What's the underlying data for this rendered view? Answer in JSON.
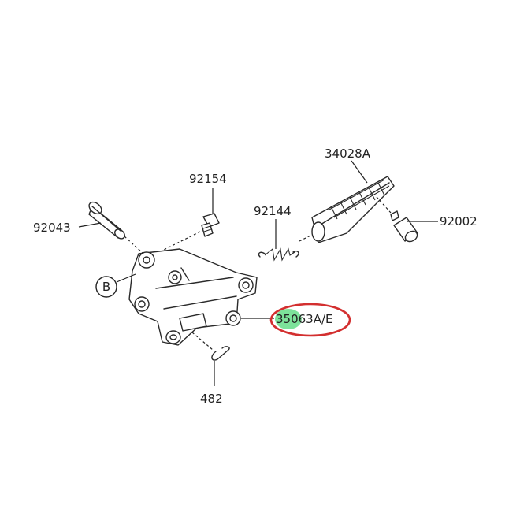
{
  "labels": {
    "p92154": "92154",
    "p92043": "92043",
    "p92144": "92144",
    "p34028A": "34028A",
    "p92002": "92002",
    "p35063": "35063A/E",
    "p482": "482",
    "ref_b": "B"
  },
  "highlight": {
    "ellipse_color": "#d32f2f",
    "marker_color": "#66dd88"
  }
}
